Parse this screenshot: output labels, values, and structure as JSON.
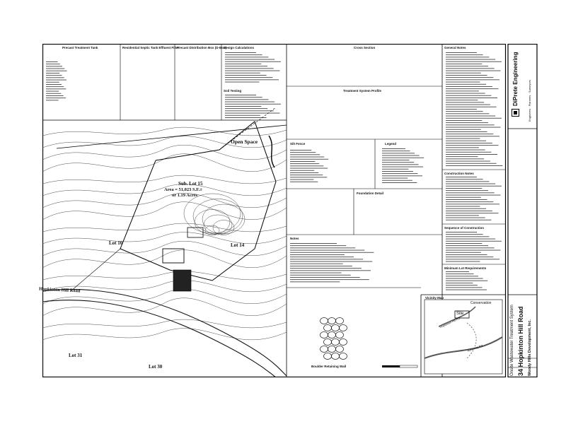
{
  "site_plan": {
    "open_space": "Open Space",
    "sub_lot_title": "Sub. Lot 15",
    "sub_lot_area": "Area = 51,023 S.F.±",
    "sub_lot_acres": "or 1.19 Acres",
    "lot_16": "Lot 16",
    "lot_14": "Lot 14",
    "lot_31": "Lot 31",
    "lot_30": "Lot 30",
    "road_label": "Hopkinton Hill Road"
  },
  "details": {
    "precast_tank": "Precast Treatment Tank",
    "leaching_field": "Residential Septic Tank Effluent Filter",
    "distribution_box": "Precast Distribution Box (D-Box)",
    "design_calcs": "Design Calculations",
    "soil_testing": "Soil Testing",
    "cross_section": "Cross Section",
    "treatment_profile": "Treatment System Profile",
    "erosion_control": "Silt Fence",
    "legend": "Legend",
    "boulder_wall": "Boulder Retaining Wall",
    "foundation_drain": "Foundation Detail",
    "notes": "Notes"
  },
  "notes_column": {
    "general_notes": "General Notes",
    "construction_notes": "Construction Notes",
    "sequence": "Sequence of Construction",
    "lot_requirements": "Minimum Lot Requirements"
  },
  "vicinity": {
    "title": "Vicinity Map",
    "site_label": "Site",
    "conservation": "Conservation",
    "road_1": "Hopkinton Hill Rd",
    "road_2": "Ashaway Rd"
  },
  "title_block": {
    "company": "DiPrete Engineering",
    "services": "Engineers · Planners · Surveyors",
    "project_type": "Onsite Wastewater Treatment System",
    "address": "34 Hopkinton Hill Road",
    "owner": "Woody Hills Development, Inc."
  },
  "colors": {
    "ink": "#111111",
    "frame": "#000000",
    "paper": "#ffffff"
  }
}
